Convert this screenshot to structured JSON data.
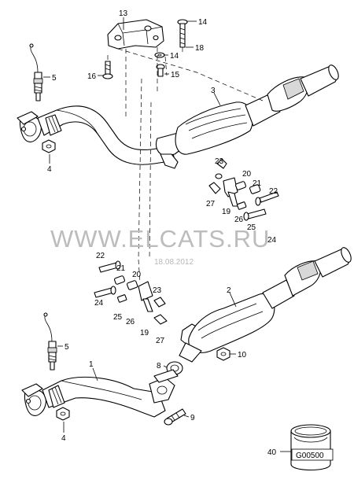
{
  "watermark": "WWW.ELCATS.RU",
  "date_stamp": "18.08.2012",
  "figure_code": "G00500",
  "callouts": [
    {
      "id": "c13a",
      "text": "13"
    },
    {
      "id": "c14a",
      "text": "14"
    },
    {
      "id": "c18",
      "text": "18"
    },
    {
      "id": "c14b",
      "text": "14"
    },
    {
      "id": "c16",
      "text": "16"
    },
    {
      "id": "c15",
      "text": "15"
    },
    {
      "id": "c5a",
      "text": "5"
    },
    {
      "id": "c3",
      "text": "3"
    },
    {
      "id": "c4a",
      "text": "4"
    },
    {
      "id": "c23a",
      "text": "23"
    },
    {
      "id": "c20a",
      "text": "20"
    },
    {
      "id": "c21a",
      "text": "21"
    },
    {
      "id": "c22a",
      "text": "22"
    },
    {
      "id": "c27a",
      "text": "27"
    },
    {
      "id": "c19a",
      "text": "19"
    },
    {
      "id": "c26a",
      "text": "26"
    },
    {
      "id": "c25a",
      "text": "25"
    },
    {
      "id": "c24a",
      "text": "24"
    },
    {
      "id": "c22b",
      "text": "22"
    },
    {
      "id": "c21b",
      "text": "21"
    },
    {
      "id": "c20b",
      "text": "20"
    },
    {
      "id": "c24b",
      "text": "24"
    },
    {
      "id": "c23b",
      "text": "23"
    },
    {
      "id": "c25b",
      "text": "25"
    },
    {
      "id": "c26b",
      "text": "26"
    },
    {
      "id": "c19b",
      "text": "19"
    },
    {
      "id": "c27b",
      "text": "27"
    },
    {
      "id": "c2",
      "text": "2"
    },
    {
      "id": "c5b",
      "text": "5"
    },
    {
      "id": "c1",
      "text": "1"
    },
    {
      "id": "c8",
      "text": "8"
    },
    {
      "id": "c10",
      "text": "10"
    },
    {
      "id": "c9",
      "text": "9"
    },
    {
      "id": "c4b",
      "text": "4"
    },
    {
      "id": "c40",
      "text": "40"
    }
  ]
}
